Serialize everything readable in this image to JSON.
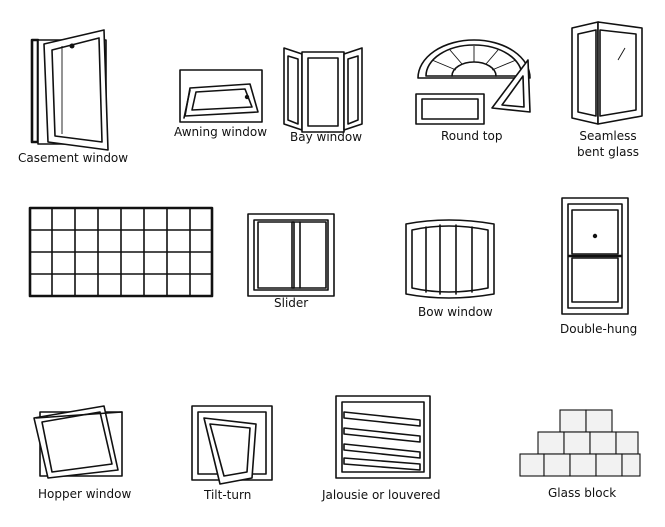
{
  "labels": {
    "casement": "Casement window",
    "awning": "Awning window",
    "bay": "Bay window",
    "round_top": "Round top",
    "seamless_line1": "Seamless",
    "seamless_line2": "bent glass",
    "slider": "Slider",
    "bow": "Bow window",
    "double_hung": "Double-hung",
    "hopper": "Hopper window",
    "tilt_turn": "Tilt-turn",
    "jalousie": "Jalousie or louvered",
    "glass_block": "Glass block"
  }
}
